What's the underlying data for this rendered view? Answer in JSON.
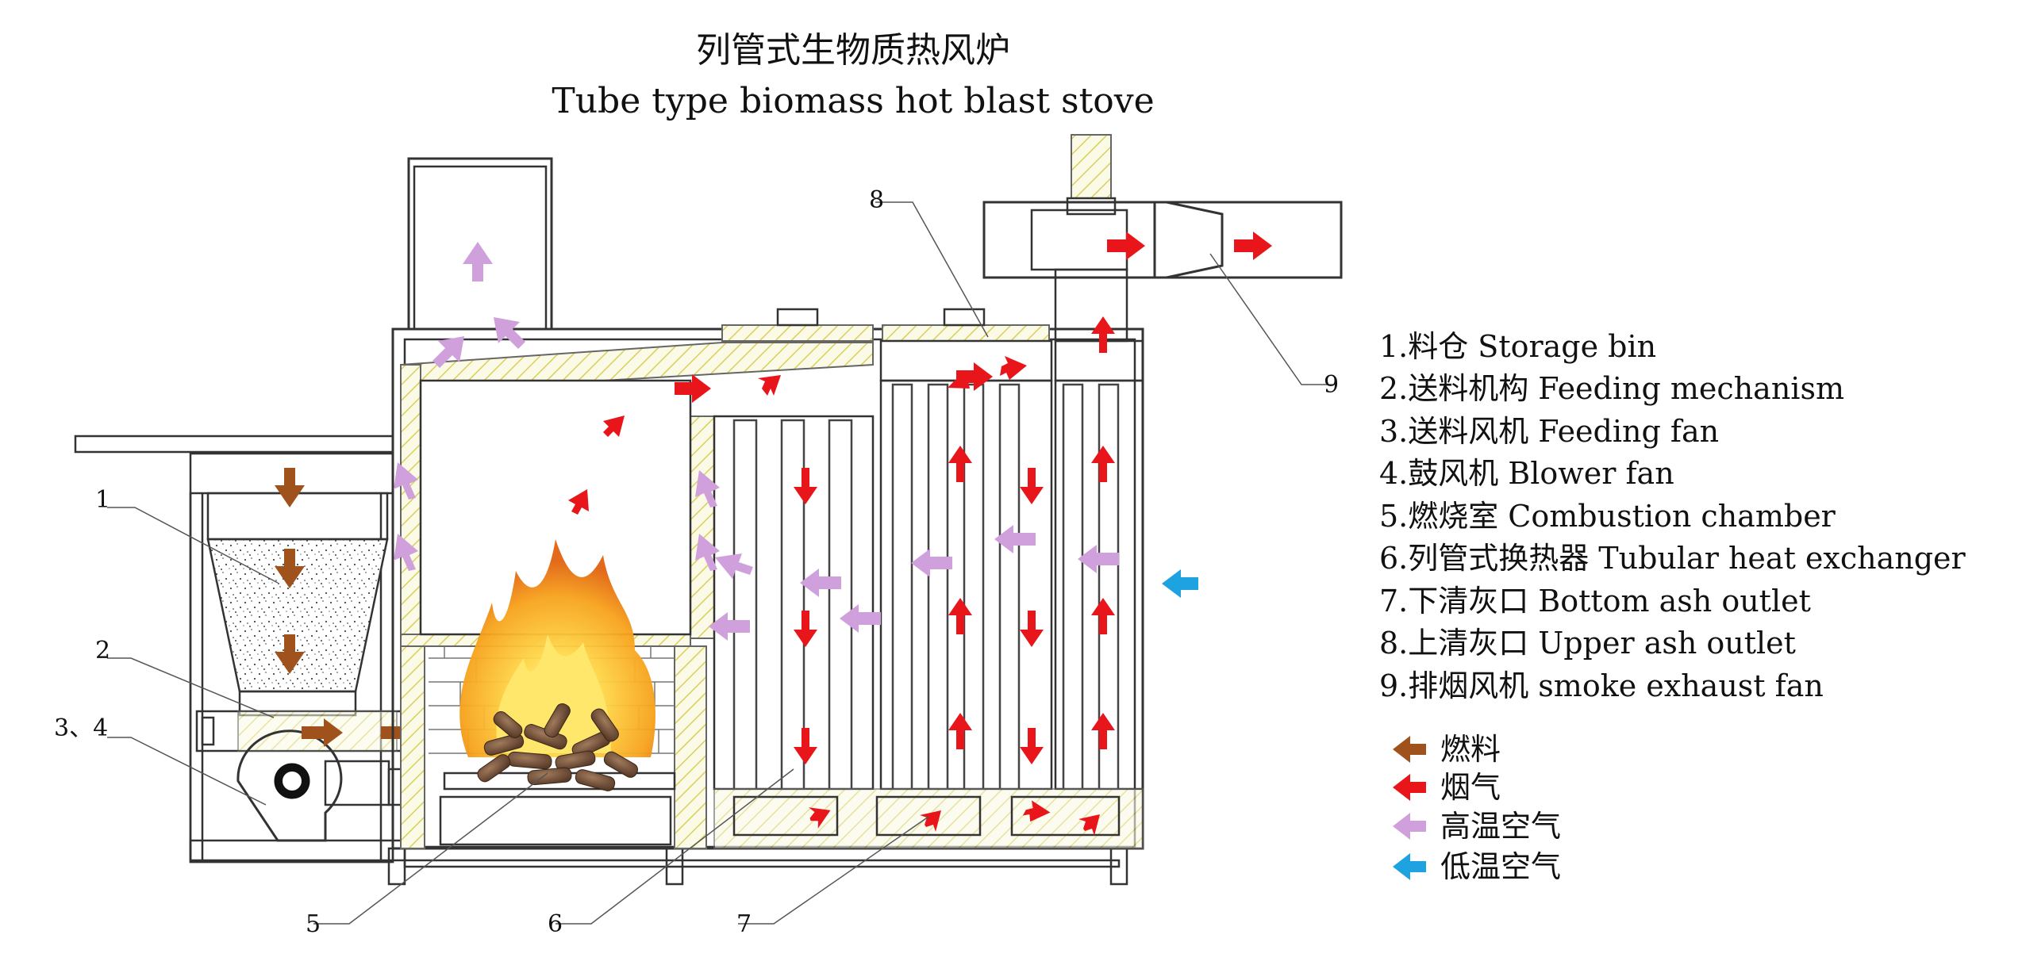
{
  "title": {
    "zh": "列管式生物质热风炉",
    "en": "Tube type biomass hot blast stove"
  },
  "components": [
    {
      "num": "1.",
      "zh": "料仓",
      "en": "Storage bin"
    },
    {
      "num": "2.",
      "zh": "送料机构",
      "en": "Feeding mechanism"
    },
    {
      "num": "3.",
      "zh": "送料风机",
      "en": "Feeding fan"
    },
    {
      "num": "4.",
      "zh": "鼓风机",
      "en": "Blower fan"
    },
    {
      "num": "5.",
      "zh": "燃烧室",
      "en": "Combustion chamber"
    },
    {
      "num": "6.",
      "zh": "列管式换热器",
      "en": "Tubular heat exchanger"
    },
    {
      "num": "7.",
      "zh": "下清灰口",
      "en": "Bottom ash outlet"
    },
    {
      "num": "8.",
      "zh": "上清灰口",
      "en": "Upper ash outlet"
    },
    {
      "num": "9.",
      "zh": "排烟风机",
      "en": "smoke exhaust fan"
    }
  ],
  "flow_legend": [
    {
      "label": "燃料",
      "color": "#a0521d",
      "icon": "arrow-fuel-icon"
    },
    {
      "label": "烟气",
      "color": "#e8161b",
      "icon": "arrow-flue-gas-icon"
    },
    {
      "label": "高温空气",
      "color": "#cfa0dc",
      "icon": "arrow-hot-air-icon"
    },
    {
      "label": "低温空气",
      "color": "#1ea3e0",
      "icon": "arrow-cold-air-icon"
    }
  ],
  "callouts": [
    "1",
    "2",
    "3、4",
    "5",
    "6",
    "7",
    "8",
    "9"
  ],
  "colors": {
    "fuel": "#a0521d",
    "flue_gas": "#e8161b",
    "hot_air": "#cfa0dc",
    "cold_air": "#1ea3e0",
    "insulation_hatch": "#e6e08a",
    "flame_outer": "#f7a21b",
    "flame_inner": "#ffd84a"
  }
}
